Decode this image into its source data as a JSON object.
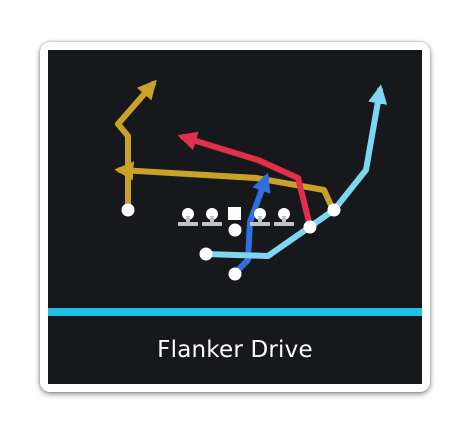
{
  "play": {
    "title": "Flanker Drive"
  },
  "colors": {
    "card_bg": "#17181c",
    "accent_bar": "#1ec0e8",
    "route_gold": "#c9a227",
    "route_red": "#e0304a",
    "route_blue": "#2f6fe0",
    "route_light_blue": "#7fd6f0",
    "player_white": "#ffffff",
    "lineman_gray": "#c4c4c4"
  },
  "icons": {
    "route_arrow": "arrowhead",
    "player": "circle",
    "lineman": "t-marker",
    "center": "square"
  }
}
